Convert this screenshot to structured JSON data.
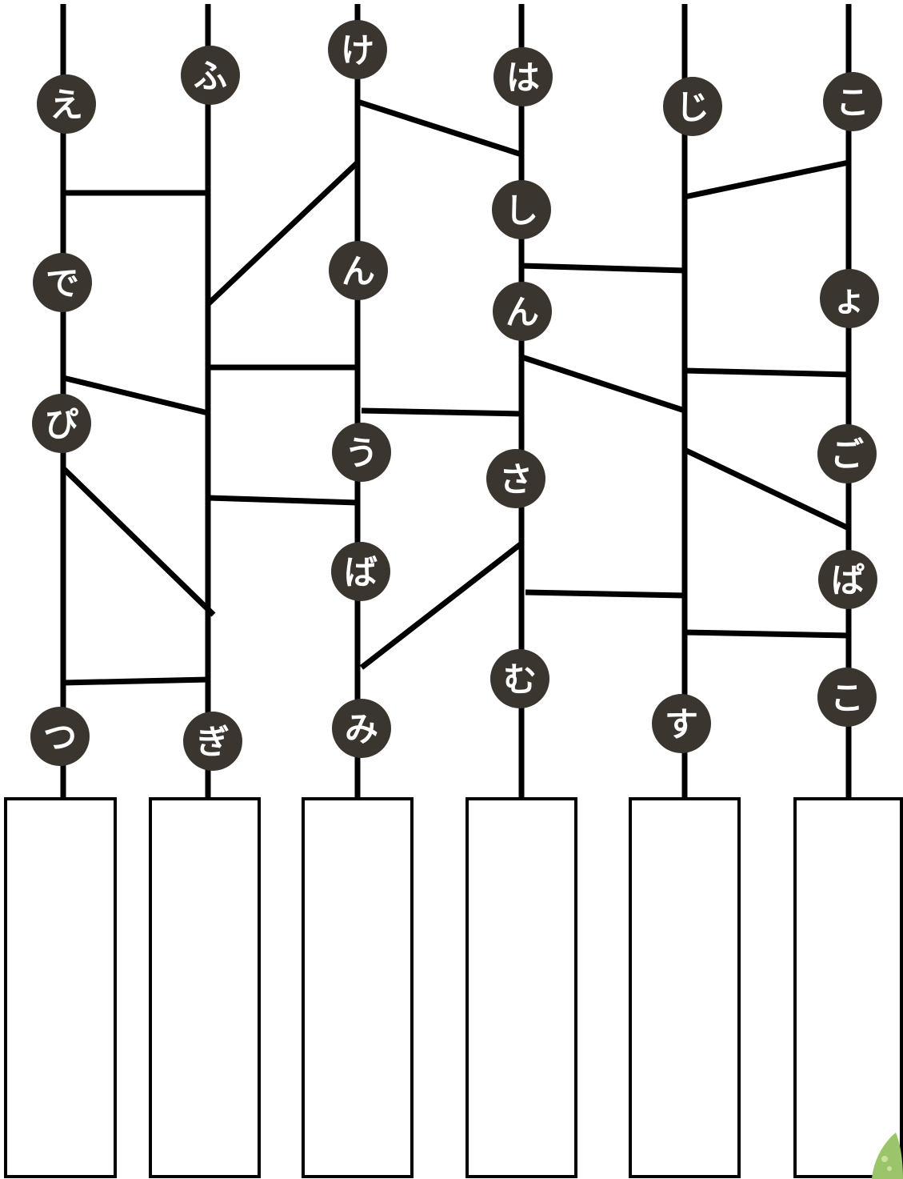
{
  "puzzle": {
    "columns": [
      {
        "kana": [
          "え",
          "で",
          "ぴ",
          "つ"
        ]
      },
      {
        "kana": [
          "ふ",
          "ぎ"
        ]
      },
      {
        "kana": [
          "け",
          "ん",
          "う",
          "ば",
          "み"
        ]
      },
      {
        "kana": [
          "は",
          "し",
          "ん",
          "さ",
          "む"
        ]
      },
      {
        "kana": [
          "じ",
          "す"
        ]
      },
      {
        "kana": [
          "こ",
          "ょ",
          "ご",
          "ぱ",
          "こ"
        ]
      }
    ],
    "answer_boxes": [
      "",
      "",
      "",
      "",
      "",
      ""
    ]
  },
  "colors": {
    "badge": "#3b3530",
    "badge_text": "#ffffff",
    "line": "#000000",
    "leaf": "#9cc46a"
  }
}
